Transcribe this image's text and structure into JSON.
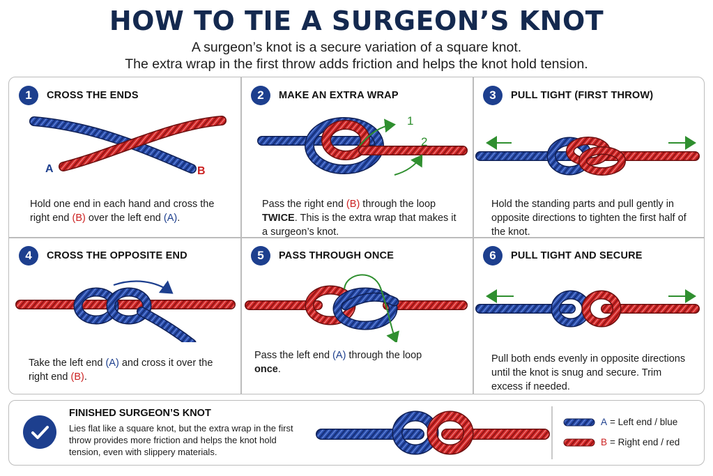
{
  "header": {
    "title": "HOW TO TIE A SURGEON’S KNOT",
    "subtitle_1": "A surgeon’s knot is a secure variation of a square knot.",
    "subtitle_2": "The extra wrap in the first throw adds friction and helps the knot hold tension."
  },
  "colors": {
    "blue_rope": "#2b4fae",
    "red_rope": "#d72b2b",
    "accent_navy": "#1d3f8e",
    "arrow_green": "#2f8f2f",
    "arrow_navy": "#1d3f8e"
  },
  "steps": [
    {
      "number": "1",
      "title": "CROSS THE ENDS",
      "desc": {
        "p1": "Hold one end in each hand and cross the right end ",
        "b": "B",
        "p2": " over the left end ",
        "a": "A",
        "p3": "."
      },
      "labels": {
        "a": "A",
        "b": "B"
      }
    },
    {
      "number": "2",
      "title": "MAKE AN EXTRA WRAP",
      "desc": {
        "p1": "Pass the right end ",
        "b": "B",
        "p2": " through the loop ",
        "strong": "TWICE",
        "p3": ". This is the extra wrap that makes it a surgeon’s knot."
      },
      "labels": {
        "pass1": "1",
        "pass2": "2"
      }
    },
    {
      "number": "3",
      "title": "PULL TIGHT (FIRST THROW)",
      "desc": {
        "text": "Hold the standing parts and pull gently in opposite directions to tighten the first half of the knot."
      }
    },
    {
      "number": "4",
      "title": "CROSS THE OPPOSITE END",
      "desc": {
        "p1": "Take the left end ",
        "a": "A",
        "p2": " and cross it over the right end ",
        "b": "B",
        "p3": "."
      }
    },
    {
      "number": "5",
      "title": "PASS THROUGH ONCE",
      "desc": {
        "p1": "Pass the left end ",
        "a": "A",
        "p2": " through the loop ",
        "strong": "once",
        "p3": "."
      }
    },
    {
      "number": "6",
      "title": "PULL TIGHT AND SECURE",
      "desc": {
        "text": "Pull both ends evenly in opposite directions until the knot is snug and secure. Trim excess if needed."
      }
    }
  ],
  "finished": {
    "title": "FINISHED SURGEON’S KNOT",
    "desc": "Lies flat like a square knot, but the extra wrap in the first throw provides more friction and helps the knot hold tension, even with slippery materials.",
    "check_icon": "checkmark-icon"
  },
  "legend": [
    {
      "key": "A",
      "text": "= Left end / blue",
      "color": "#2b4fae"
    },
    {
      "key": "B",
      "text": "= Right end / red",
      "color": "#d72b2b"
    }
  ]
}
